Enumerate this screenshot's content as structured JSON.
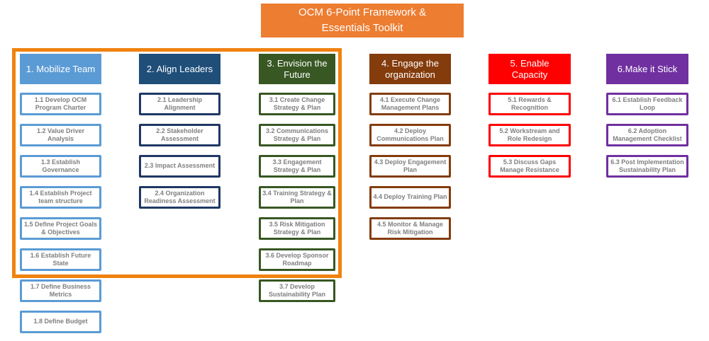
{
  "title": "OCM 6-Point Framework & Essentials Toolkit",
  "colors": {
    "title_bg": "#ED7D31",
    "highlight_outline": "#F0820F",
    "item_text": "#7F7F7F",
    "column_colors": [
      "#5B9BD5",
      "#1F4E79",
      "#385723",
      "#843C0C",
      "#FF0000",
      "#7030A0"
    ]
  },
  "columns": [
    {
      "label": "1. Mobilize Team",
      "color": "#5B9BD5",
      "items": [
        "1.1 Develop OCM Program Charter",
        "1.2 Value Driver Analysis",
        "1.3 Establish Governance",
        "1.4 Establish Project team structure",
        "1.5 Define Project Goals & Objectives",
        "1.6 Establish Future State",
        "1.7 Define Business Metrics",
        "1.8 Define Budget"
      ]
    },
    {
      "label": "2. Align Leaders",
      "color": "#1F4E79",
      "items": [
        "2.1 Leadership Alignment",
        "2.2 Stakeholder Assessment",
        "2.3 Impact Assessment",
        "2.4 Organization Readiness Assessment"
      ]
    },
    {
      "label": "3. Envision the Future",
      "color": "#385723",
      "items": [
        "3.1 Create Change Strategy & Plan",
        "3.2 Communications Strategy & Plan",
        "3.3 Engagement Strategy & Plan",
        "3.4 Training Strategy & Plan",
        "3.5 Risk Mitigation Strategy & Plan",
        "3.6 Develop Sponsor Roadmap",
        "3.7 Develop Sustainability Plan"
      ]
    },
    {
      "label": "4. Engage the organization",
      "color": "#843C0C",
      "items": [
        "4.1 Execute Change Management Plans",
        "4.2 Deploy Communications Plan",
        "4.3 Deploy Engagement Plan",
        "4.4 Deploy Training Plan",
        "4.5 Monitor & Manage Risk Mitigation"
      ]
    },
    {
      "label": "5. Enable Capacity",
      "color": "#FF0000",
      "items": [
        "5.1 Rewards & Recognition",
        "5.2 Workstream and Role Redesign",
        "5.3 Discuss Gaps Manage Resistance"
      ]
    },
    {
      "label": "6.Make it Stick",
      "color": "#7030A0",
      "items": [
        "6.1 Establish Feedback Loop",
        "6.2 Adoption Management Checklist",
        "6.3 Post Implementation Sustainability Plan"
      ]
    }
  ]
}
